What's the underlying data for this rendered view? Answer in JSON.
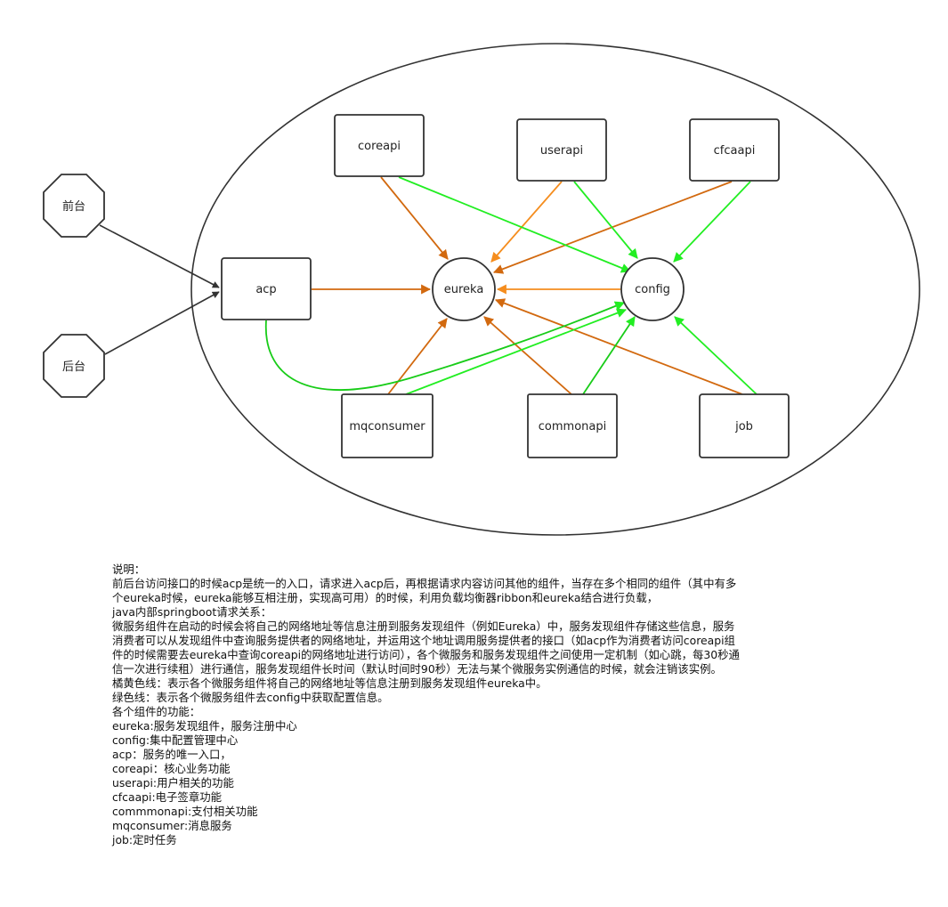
{
  "colors": {
    "orange_dark": "#d2690f",
    "orange_light": "#f58d1e",
    "green": "#22ee22",
    "green_dark": "#18cc18",
    "stroke": "#333333"
  },
  "nodes": {
    "front": "前台",
    "back": "后台",
    "acp": "acp",
    "coreapi": "coreapi",
    "userapi": "userapi",
    "cfcaapi": "cfcaapi",
    "eureka": "eureka",
    "config": "config",
    "mqconsumer": "mqconsumer",
    "commonapi": "commonapi",
    "job": "job"
  },
  "notes": [
    "说明：",
    "前后台访问接口的时候acp是统一的入口，请求进入acp后，再根据请求内容访问其他的组件，当存在多个相同的组件（其中有多个eureka时候，eureka能够互相注册，实现高可用）的时候，利用负载均衡器ribbon和eureka结合进行负载，",
    "java内部springboot请求关系：",
    "微服务组件在启动的时候会将自己的网络地址等信息注册到服务发现组件（例如Eureka）中，服务发现组件存储这些信息，服务消费者可以从发现组件中查询服务提供者的网络地址，并运用这个地址调用服务提供者的接口（如acp作为消费者访问coreapi组件的时候需要去eureka中查询coreapi的网络地址进行访问），各个微服务和服务发现组件之间使用一定机制（如心跳，每30秒通信一次进行续租）进行通信，服务发现组件长时间（默认时间时90秒）无法与某个微服务实例通信的时候，就会注销该实例。",
    "橘黄色线：表示各个微服务组件将自己的网络地址等信息注册到服务发现组件eureka中。",
    "绿色线：表示各个微服务组件去config中获取配置信息。",
    "各个组件的功能：",
    "eureka:服务发现组件，服务注册中心",
    "config:集中配置管理中心",
    "acp：服务的唯一入口，",
    "coreapi：核心业务功能",
    "userapi:用户相关的功能",
    "cfcaapi:电子签章功能",
    "commmonapi:支付相关功能",
    "mqconsumer:消息服务",
    "job:定时任务"
  ]
}
